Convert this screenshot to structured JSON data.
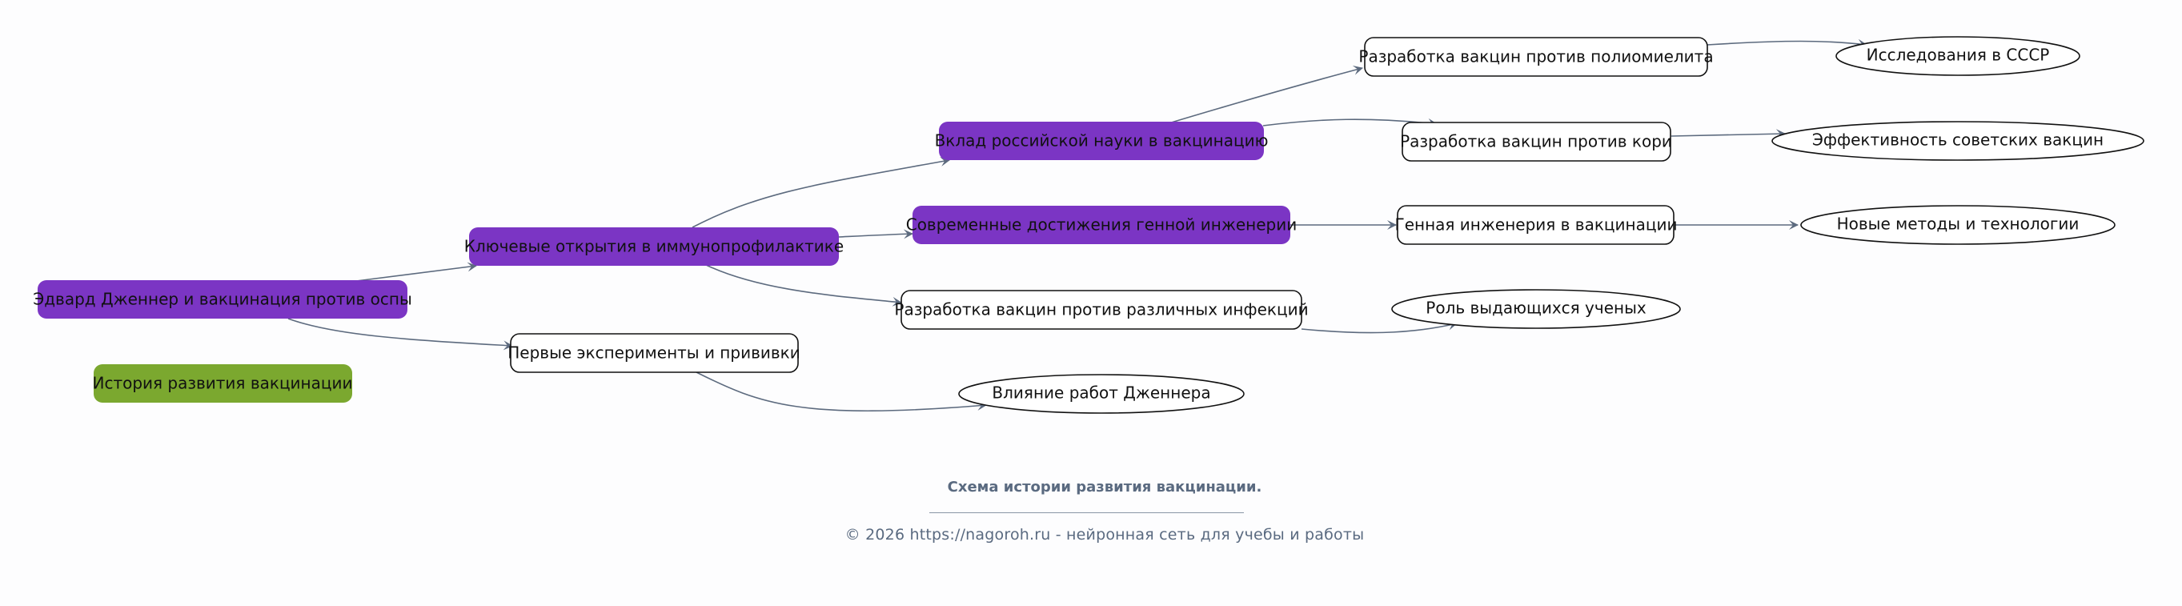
{
  "diagram": {
    "title": "Схема истории развития вакцинации.",
    "credit": "© 2026 https://nagoroh.ru - нейронная сеть для учебы и работы",
    "colors": {
      "purple": "#7b35c4",
      "green": "#7ba82f",
      "edge": "#5c6a7e",
      "white": "#ffffff",
      "black": "#111111"
    },
    "nodes": {
      "history": "История развития вакцинации",
      "jenner": "Эдвард Дженнер и вакцинация против оспы",
      "discoveries": "Ключевые открытия в иммунопрофилактике",
      "experiments": "Первые эксперименты и прививки",
      "russian_science": "Вклад российской науки в вакцинацию",
      "genetic_eng": "Современные достижения генной инженерии",
      "various_infections": "Разработка вакцин против различных инфекций",
      "jenner_influence": "Влияние работ Дженнера",
      "polio": "Разработка вакцин против полиомиелита",
      "measles": "Разработка вакцин против кори",
      "gene_vacc": "Генная инженерия в вакцинации",
      "scientists": "Роль выдающихся ученых",
      "ussr_research": "Исследования в СССР",
      "soviet_efficacy": "Эффективность советских вакцин",
      "new_methods": "Новые методы и технологии"
    }
  }
}
